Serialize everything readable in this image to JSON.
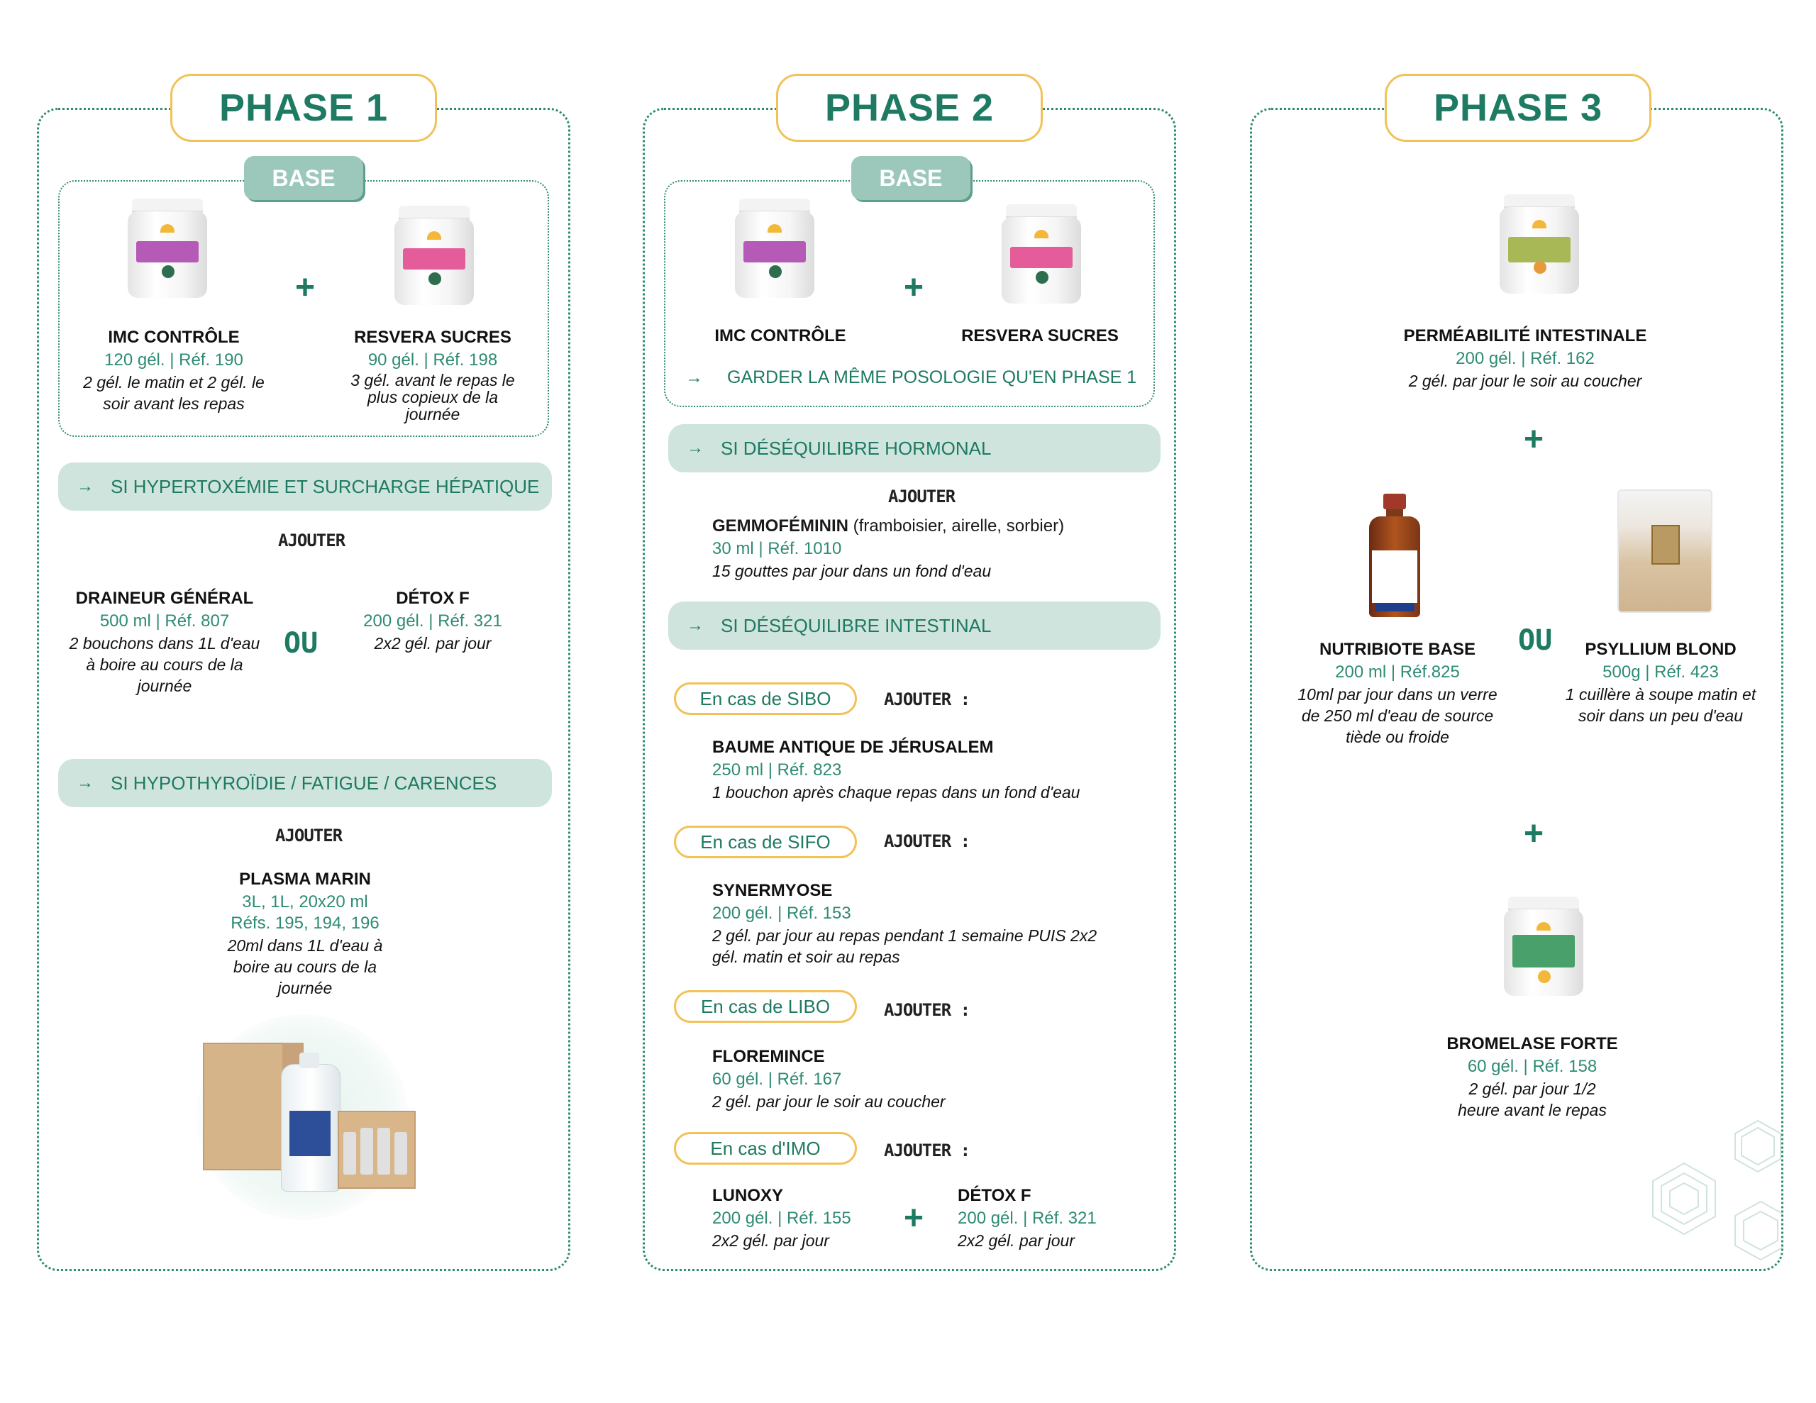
{
  "phase1": {
    "title": "PHASE 1",
    "base_tag": "BASE",
    "base": [
      {
        "name": "IMC CONTRÔLE",
        "ref": "120 gél. | Réf. 190",
        "dose": "2 gél. le matin et 2 gél. le soir avant les repas",
        "color": "#b65ab8"
      },
      {
        "name": "RESVERA  SUCRES",
        "ref": "90 gél. | Réf. 198",
        "dose": "3 gél. avant le repas le plus copieux de la journée",
        "color": "#e45c9a"
      }
    ],
    "bar1": "SI HYPERTOXÉMIE ET SURCHARGE HÉPATIQUE",
    "ajouter1": "AJOUTER",
    "opt1": {
      "name": "DRAINEUR GÉNÉRAL",
      "ref": "500 ml | Réf. 807",
      "dose": "2 bouchons dans 1L d'eau à boire au cours de la journée"
    },
    "ou": "OU",
    "opt2": {
      "name": "DÉTOX F",
      "ref": "200 gél. | Réf. 321",
      "dose": "2x2 gél. par jour"
    },
    "bar2": "SI HYPOTHYROÏDIE / FATIGUE / CARENCES",
    "ajouter2": "AJOUTER",
    "plasma": {
      "name": "PLASMA MARIN",
      "ref1": "3L, 1L, 20x20 ml",
      "ref2": "Réfs. 195, 194, 196",
      "dose": "20ml dans 1L d'eau à boire au cours de la journée"
    }
  },
  "phase2": {
    "title": "PHASE 2",
    "base_tag": "BASE",
    "base": [
      {
        "name": "IMC CONTRÔLE",
        "color": "#b65ab8"
      },
      {
        "name": "RESVERA  SUCRES",
        "color": "#e45c9a"
      }
    ],
    "keep": "GARDER LA MÊME POSOLOGIE QU'EN PHASE 1",
    "bar1": "SI DÉSÉQUILIBRE HORMONAL",
    "ajouter": "AJOUTER",
    "gemmo": {
      "name": "GEMMOFÉMININ",
      "extra": " (framboisier, airelle, sorbier)",
      "ref": "30 ml | Réf. 1010",
      "dose": "15 gouttes par jour dans un fond d'eau"
    },
    "bar2": "SI DÉSÉQUILIBRE INTESTINAL",
    "ajouter_colon": "AJOUTER :",
    "cases": [
      {
        "tag": "En cas de SIBO",
        "name": "BAUME ANTIQUE DE JÉRUSALEM",
        "ref": "250 ml | Réf. 823",
        "dose": "1 bouchon après chaque repas dans un fond d'eau"
      },
      {
        "tag": "En cas de SIFO",
        "name": "SYNERMYOSE",
        "ref": "200 gél. | Réf. 153",
        "dose": "2 gél. par jour au repas pendant 1 semaine PUIS 2x2 gél. matin et soir au repas"
      },
      {
        "tag": "En cas de LIBO",
        "name": "FLOREMINCE",
        "ref": "60 gél. | Réf. 167",
        "dose": "2 gél. par jour le soir au coucher"
      },
      {
        "tag": "En cas d'IMO"
      }
    ],
    "imo": [
      {
        "name": "LUNOXY",
        "ref": "200 gél. | Réf. 155",
        "dose": "2x2 gél. par jour"
      },
      {
        "name": "DÉTOX F",
        "ref": "200 gél. | Réf. 321",
        "dose": "2x2 gél. par jour"
      }
    ]
  },
  "phase3": {
    "title": "PHASE 3",
    "perm": {
      "name": "PERMÉABILITÉ INTESTINALE",
      "ref": "200 gél. | Réf. 162",
      "dose": "2 gél. par jour le soir au coucher"
    },
    "ou": "OU",
    "nutri": {
      "name": "NUTRIBIOTE BASE",
      "ref": "200 ml | Réf.825",
      "dose": "10ml par jour dans un verre de 250 ml d'eau de source tiède ou froide"
    },
    "psyl": {
      "name": "PSYLLIUM BLOND",
      "ref": "500g | Réf. 423",
      "dose": "1 cuillère à soupe matin et soir dans un peu d'eau"
    },
    "brom": {
      "name": "BROMELASE FORTE",
      "ref": "60 gél. | Réf. 158",
      "dose": "2 gél. par jour 1/2 heure avant le repas"
    }
  },
  "colors": {
    "green": "#1e7a62",
    "teal_light": "#cfe4dd",
    "gold": "#f2c25a"
  }
}
